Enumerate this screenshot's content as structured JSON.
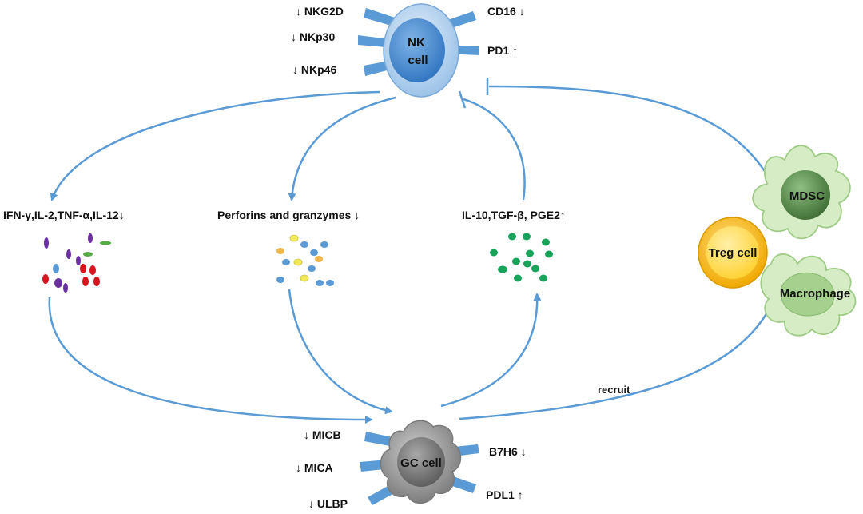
{
  "colors": {
    "arrow": "#5b9bd5",
    "receptor": "#5b9bd5",
    "nk_outer": "#bcd7f0",
    "nk_inner": "#3f83cc",
    "gc_outer": "#9a9a9a",
    "gc_inner": "#6b6b6b",
    "treg_outer": "#f4b400",
    "treg_inner": "#ffd34d",
    "mdsc_outer": "#c9e3b3",
    "mdsc_inner": "#4c7d40",
    "macro_outer": "#c9e3b3",
    "macro_inner": "#9acb7f",
    "cytokine_purple": "#6a2fa0",
    "cytokine_red": "#d9141e",
    "cytokine_green": "#5aaa4a",
    "cytokine_blue": "#5b9bd5",
    "perforin_blue": "#5b9bd5",
    "perforin_yellow": "#f2e85c",
    "perforin_orange": "#f0b64a",
    "suppressive_green": "#17a35a"
  },
  "nk_cell": {
    "label_line1": "NK",
    "label_line2": "cell",
    "receptors": {
      "nkg2d": "↓ NKG2D",
      "nkp30": "↓ NKp30",
      "nkp46": "↓ NKp46",
      "cd16": "CD16 ↓",
      "pd1": "PD1 ↑"
    }
  },
  "gc_cell": {
    "label": "GC cell",
    "ligands": {
      "micb": "↓ MICB",
      "mica": "↓ MICA",
      "ulbp": "↓ ULBP",
      "b7h6": "B7H6  ↓",
      "pdl1": "PDL1 ↑"
    }
  },
  "treg_cell": {
    "label": "Treg cell"
  },
  "mdsc": {
    "label": "MDSC"
  },
  "macrophage": {
    "label": "Macrophage"
  },
  "cytokines": {
    "nk_cytokines": "IFN-γ,IL-2,TNF-α,IL-12↓",
    "perforins": "Perforins and granzymes ↓",
    "suppressive": "IL-10,TGF-β, PGE2↑"
  },
  "arrows": {
    "recruit_label": "recruit"
  }
}
